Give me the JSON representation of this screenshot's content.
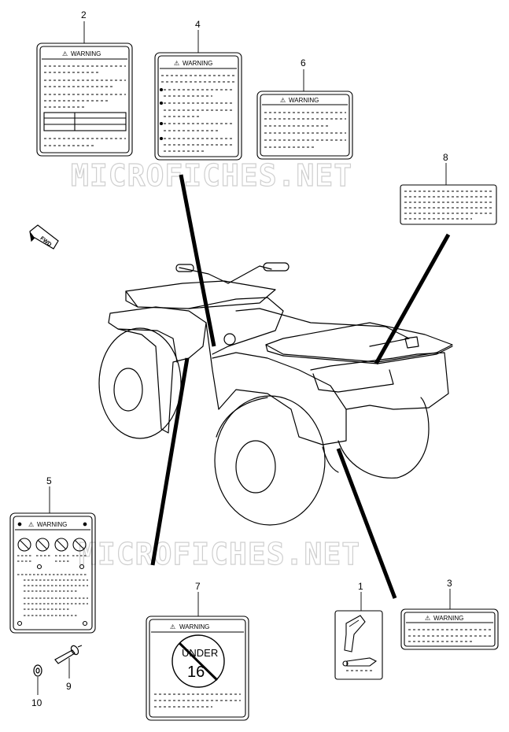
{
  "watermark": "MICROFICHES.NET",
  "labels": {
    "warning_text": "WARNING",
    "fwd": "FWD",
    "under16_top": "UNDER",
    "under16_num": "16"
  },
  "callouts": {
    "c1": "1",
    "c2": "2",
    "c3": "3",
    "c4": "4",
    "c5": "5",
    "c6": "6",
    "c7": "7",
    "c8": "8",
    "c9": "9",
    "c10": "10"
  },
  "colors": {
    "ink": "#000000",
    "paper": "#ffffff",
    "watermark": "#cfcfcf"
  }
}
